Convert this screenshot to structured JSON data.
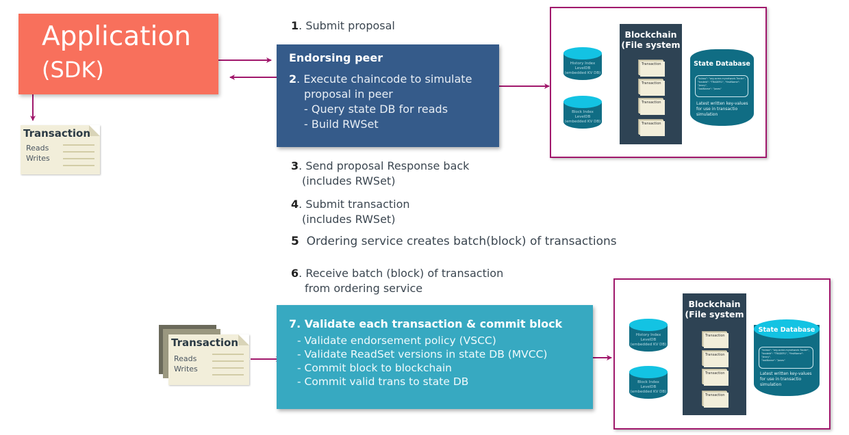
{
  "colors": {
    "arrow": "#a0176b",
    "application": "#f8705c",
    "endorsing_peer": "#355b8a",
    "validate": "#37a9c1",
    "blockchain": "#2e4354",
    "db_body": "#106d84",
    "db_top": "#13c3e3",
    "panel_border": "#a0176b"
  },
  "application": {
    "title": "Application",
    "subtitle": "(SDK)"
  },
  "transaction_doc": {
    "title": "Transaction",
    "reads": "Reads",
    "writes": "Writes"
  },
  "steps": {
    "s1": {
      "num": "1",
      "text": "Submit proposal"
    },
    "s3": {
      "num": "3",
      "line1": "Send proposal Response back",
      "line2": "(includes RWSet)"
    },
    "s4": {
      "num": "4",
      "line1": "Submit transaction",
      "line2": "(includes RWSet)"
    },
    "s5": {
      "num": "5",
      "text": "Ordering service creates batch(block) of transactions"
    },
    "s6": {
      "num": "6",
      "line1": "Receive batch (block) of transaction",
      "line2": "from ordering service"
    }
  },
  "endorsing_peer": {
    "title": "Endorsing peer",
    "step_num": "2",
    "lines": [
      "Execute chaincode to simulate",
      "proposal in peer",
      "- Query state DB for reads",
      "- Build RWSet"
    ]
  },
  "validate": {
    "title": "7. Validate each transaction & commit block",
    "lines": [
      "- Validate endorsement policy (VSCC)",
      "- Validate ReadSet versions in state DB (MVCC)",
      "- Commit block to blockchain",
      "- Commit valid trans to state DB"
    ]
  },
  "ledger": {
    "blockchain_title_1": "Blockchain",
    "blockchain_title_2": "(File system",
    "mini_tx_label": "Transaction",
    "history_db": [
      "History Index",
      "LevelDB",
      "(embedded KV DB)"
    ],
    "block_db": [
      "Block Index",
      "LevelDB",
      "(embedded KV DB)"
    ],
    "state_db_title": "State Database",
    "state_db_kv": [
      "{",
      "\"kclass\": \"org.acme.mynetwork.Trader\",",
      "\"tradeId\": \"TRADER1\", \"firstName\": \"Jenny\",",
      "\"lastName\": \"Jones\"",
      "}"
    ],
    "state_db_desc": [
      "Latest written key-values",
      "for use in transactio",
      "simulation"
    ]
  }
}
